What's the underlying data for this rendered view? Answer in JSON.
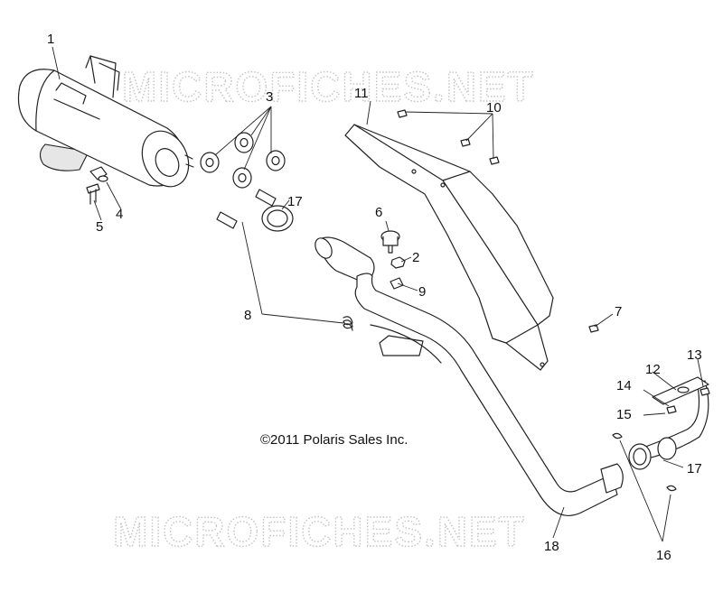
{
  "watermark": {
    "text": "MICROFICHES.NET"
  },
  "copyright": "©2011 Polaris Sales Inc.",
  "callouts": {
    "c1": "1",
    "c2": "2",
    "c3": "3",
    "c4": "4",
    "c5": "5",
    "c6": "6",
    "c7": "7",
    "c8": "8",
    "c9": "9",
    "c10": "10",
    "c11": "11",
    "c12": "12",
    "c13": "13",
    "c14": "14",
    "c15": "15",
    "c16": "16",
    "c17a": "17",
    "c17b": "17",
    "c18": "18"
  }
}
